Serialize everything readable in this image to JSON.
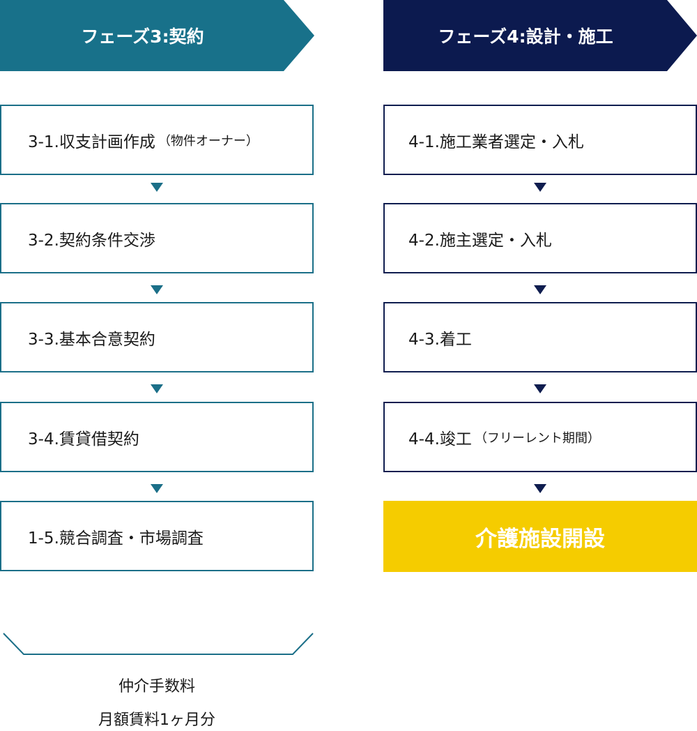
{
  "colors": {
    "phase3": "#18718a",
    "phase4": "#0c1a4f",
    "final_box": "#f5cc00"
  },
  "phase3": {
    "title": "フェーズ3:契約",
    "steps": [
      {
        "label": "3-1.収支計画作成",
        "note": "（物件オーナー）"
      },
      {
        "label": "3-2.契約条件交渉",
        "note": ""
      },
      {
        "label": "3-3.基本合意契約",
        "note": ""
      },
      {
        "label": "3-4.賃貸借契約",
        "note": ""
      },
      {
        "label": "1-5.競合調査・市場調査",
        "note": ""
      }
    ],
    "fee": {
      "line1": "仲介手数料",
      "line2": "月額賃料1ヶ月分"
    }
  },
  "phase4": {
    "title": "フェーズ4:設計・施工",
    "steps": [
      {
        "label": "4-1.施工業者選定・入札",
        "note": ""
      },
      {
        "label": "4-2.施主選定・入札",
        "note": ""
      },
      {
        "label": "4-3.着工",
        "note": ""
      },
      {
        "label": "4-4.竣工",
        "note": "（フリーレント期間）"
      }
    ],
    "final": "介護施設開設"
  },
  "icons": {
    "down_arrow": "down-triangle-icon"
  }
}
